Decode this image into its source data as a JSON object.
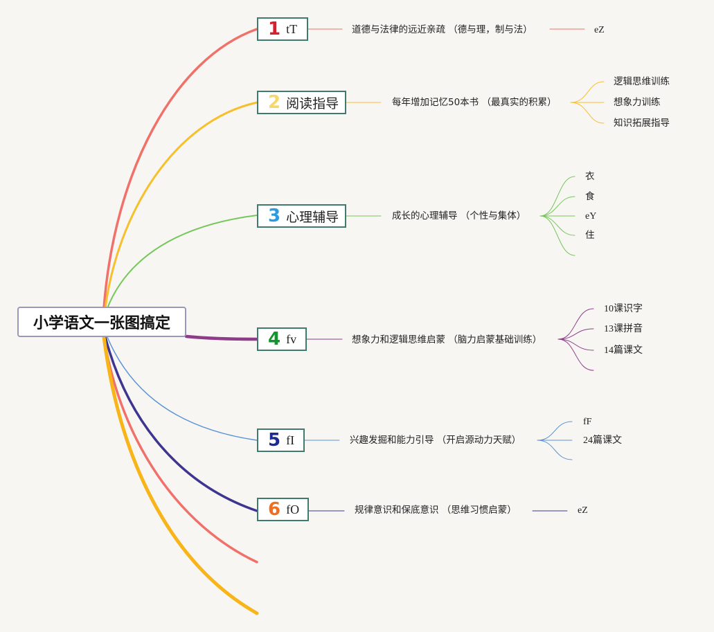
{
  "root": {
    "title": "小学语文一张图搞定"
  },
  "topics": [
    {
      "num": "1",
      "label": "tT",
      "color": "#f0716a",
      "branch": "道德与法律的远近亲疏 （德与理，制与法）",
      "leaves": [
        "eZ"
      ]
    },
    {
      "num": "2",
      "label": "阅读指导",
      "color": "#f8bf2c",
      "branch": "每年增加记忆50本书 （最真实的积累）",
      "leaves": [
        "逻辑思维训练",
        "想象力训练",
        "知识拓展指导"
      ]
    },
    {
      "num": "3",
      "label": "心理辅导",
      "color": "#76c75a",
      "branch": "成长的心理辅导 （个性与集体）",
      "leaves": [
        "衣",
        "食",
        "eY",
        "住",
        ""
      ]
    },
    {
      "num": "4",
      "label": "fv",
      "color": "#8e3c8a",
      "branch": "想象力和逻辑思维启蒙 （脑力启蒙基础训练）",
      "leaves": [
        "10课识字",
        "13课拼音",
        "14篇课文",
        ""
      ]
    },
    {
      "num": "5",
      "label": "fI",
      "color": "#5b94d6",
      "branch": "兴趣发掘和能力引导 （开启源动力天赋）",
      "leaves": [
        "fF",
        "24篇课文",
        ""
      ]
    },
    {
      "num": "6",
      "label": "fO",
      "color": "#3e3590",
      "branch": "规律意识和保底意识 （思维习惯启蒙）",
      "leaves": [
        "eZ"
      ]
    }
  ],
  "num_colors": [
    "#d6202e",
    "#f5d76a",
    "#2d9be0",
    "#12952f",
    "#1d2a8f",
    "#f06e22"
  ],
  "extra_curve_colors": [
    "#f0716a",
    "#f8b51a"
  ]
}
